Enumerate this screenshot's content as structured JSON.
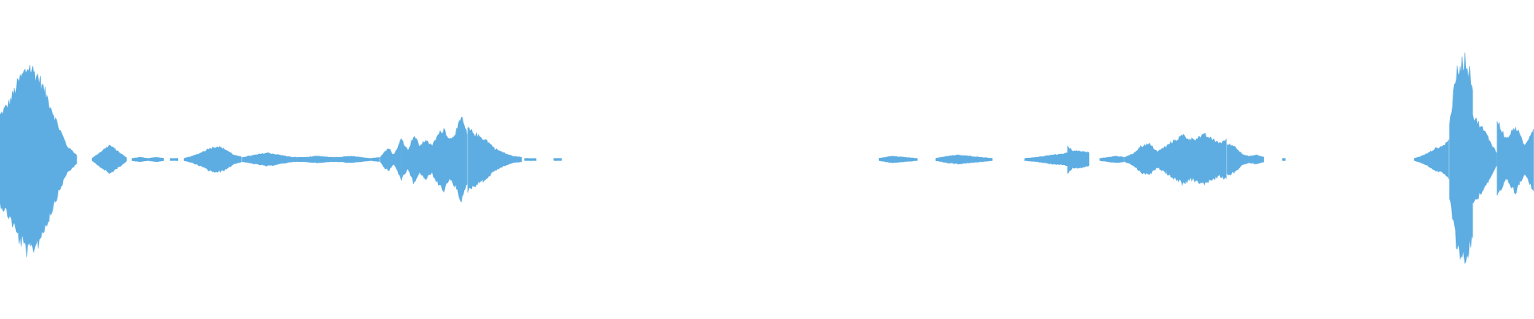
{
  "waveform": {
    "color": "#5dade2",
    "background": "#ffffff",
    "segments": [
      {
        "start": 0.0,
        "end": 0.05,
        "amp": [
          0.4,
          0.52,
          0.72,
          0.85,
          0.75,
          0.55,
          0.32,
          0.12,
          0.04
        ]
      },
      {
        "start": 0.06,
        "end": 0.083,
        "amp": [
          0.01,
          0.07,
          0.13,
          0.07,
          0.01
        ]
      },
      {
        "start": 0.086,
        "end": 0.107,
        "amp": [
          0.01,
          0.02,
          0.01,
          0.02,
          0.01
        ]
      },
      {
        "start": 0.111,
        "end": 0.116,
        "amp": [
          0.01,
          0.01
        ]
      },
      {
        "start": 0.12,
        "end": 0.158,
        "amp": [
          0.01,
          0.03,
          0.06,
          0.1,
          0.12,
          0.09,
          0.04,
          0.02
        ]
      },
      {
        "start": 0.158,
        "end": 0.215,
        "amp": [
          0.02,
          0.04,
          0.06,
          0.04,
          0.02,
          0.02,
          0.03,
          0.02
        ]
      },
      {
        "start": 0.215,
        "end": 0.248,
        "amp": [
          0.02,
          0.02,
          0.03,
          0.02,
          0.01,
          0.02
        ]
      },
      {
        "start": 0.248,
        "end": 0.262,
        "amp": [
          0.02,
          0.08,
          0.1,
          0.04,
          0.1,
          0.22
        ]
      },
      {
        "start": 0.262,
        "end": 0.305,
        "amp": [
          0.18,
          0.08,
          0.22,
          0.12,
          0.18,
          0.12,
          0.22,
          0.28,
          0.18,
          0.25,
          0.38,
          0.2
        ]
      },
      {
        "start": 0.305,
        "end": 0.34,
        "amp": [
          0.28,
          0.22,
          0.18,
          0.1,
          0.06,
          0.03,
          0.02
        ]
      },
      {
        "start": 0.342,
        "end": 0.35,
        "amp": [
          0.01,
          0.01
        ]
      },
      {
        "start": 0.361,
        "end": 0.366,
        "amp": [
          0.01,
          0.01
        ]
      },
      {
        "start": 0.573,
        "end": 0.598,
        "amp": [
          0.01,
          0.03,
          0.02,
          0.01
        ]
      },
      {
        "start": 0.61,
        "end": 0.647,
        "amp": [
          0.01,
          0.03,
          0.04,
          0.03,
          0.02,
          0.01
        ]
      },
      {
        "start": 0.668,
        "end": 0.71,
        "amp": [
          0.01,
          0.02,
          0.04,
          0.05,
          0.08,
          0.06
        ]
      },
      {
        "start": 0.696,
        "end": 0.71,
        "amp": [
          0.12,
          0.06,
          0.05,
          0.02
        ]
      },
      {
        "start": 0.717,
        "end": 0.733,
        "amp": [
          0.01,
          0.02,
          0.03,
          0.02
        ]
      },
      {
        "start": 0.733,
        "end": 0.76,
        "amp": [
          0.02,
          0.05,
          0.12,
          0.14,
          0.07,
          0.12
        ]
      },
      {
        "start": 0.757,
        "end": 0.8,
        "amp": [
          0.05,
          0.14,
          0.18,
          0.22,
          0.18,
          0.2,
          0.22,
          0.18,
          0.15,
          0.18
        ]
      },
      {
        "start": 0.8,
        "end": 0.824,
        "amp": [
          0.14,
          0.12,
          0.05,
          0.03,
          0.04,
          0.02
        ]
      },
      {
        "start": 0.836,
        "end": 0.838,
        "amp": [
          0.01
        ]
      },
      {
        "start": 0.922,
        "end": 0.945,
        "amp": [
          0.01,
          0.03,
          0.06,
          0.1,
          0.12,
          0.18
        ]
      },
      {
        "start": 0.945,
        "end": 0.96,
        "amp": [
          0.35,
          0.8,
          0.92,
          0.7
        ]
      },
      {
        "start": 0.96,
        "end": 0.976,
        "amp": [
          0.4,
          0.25,
          0.05
        ]
      },
      {
        "start": 0.976,
        "end": 1.0,
        "amp": [
          0.35,
          0.18,
          0.3,
          0.12,
          0.3
        ]
      }
    ]
  }
}
